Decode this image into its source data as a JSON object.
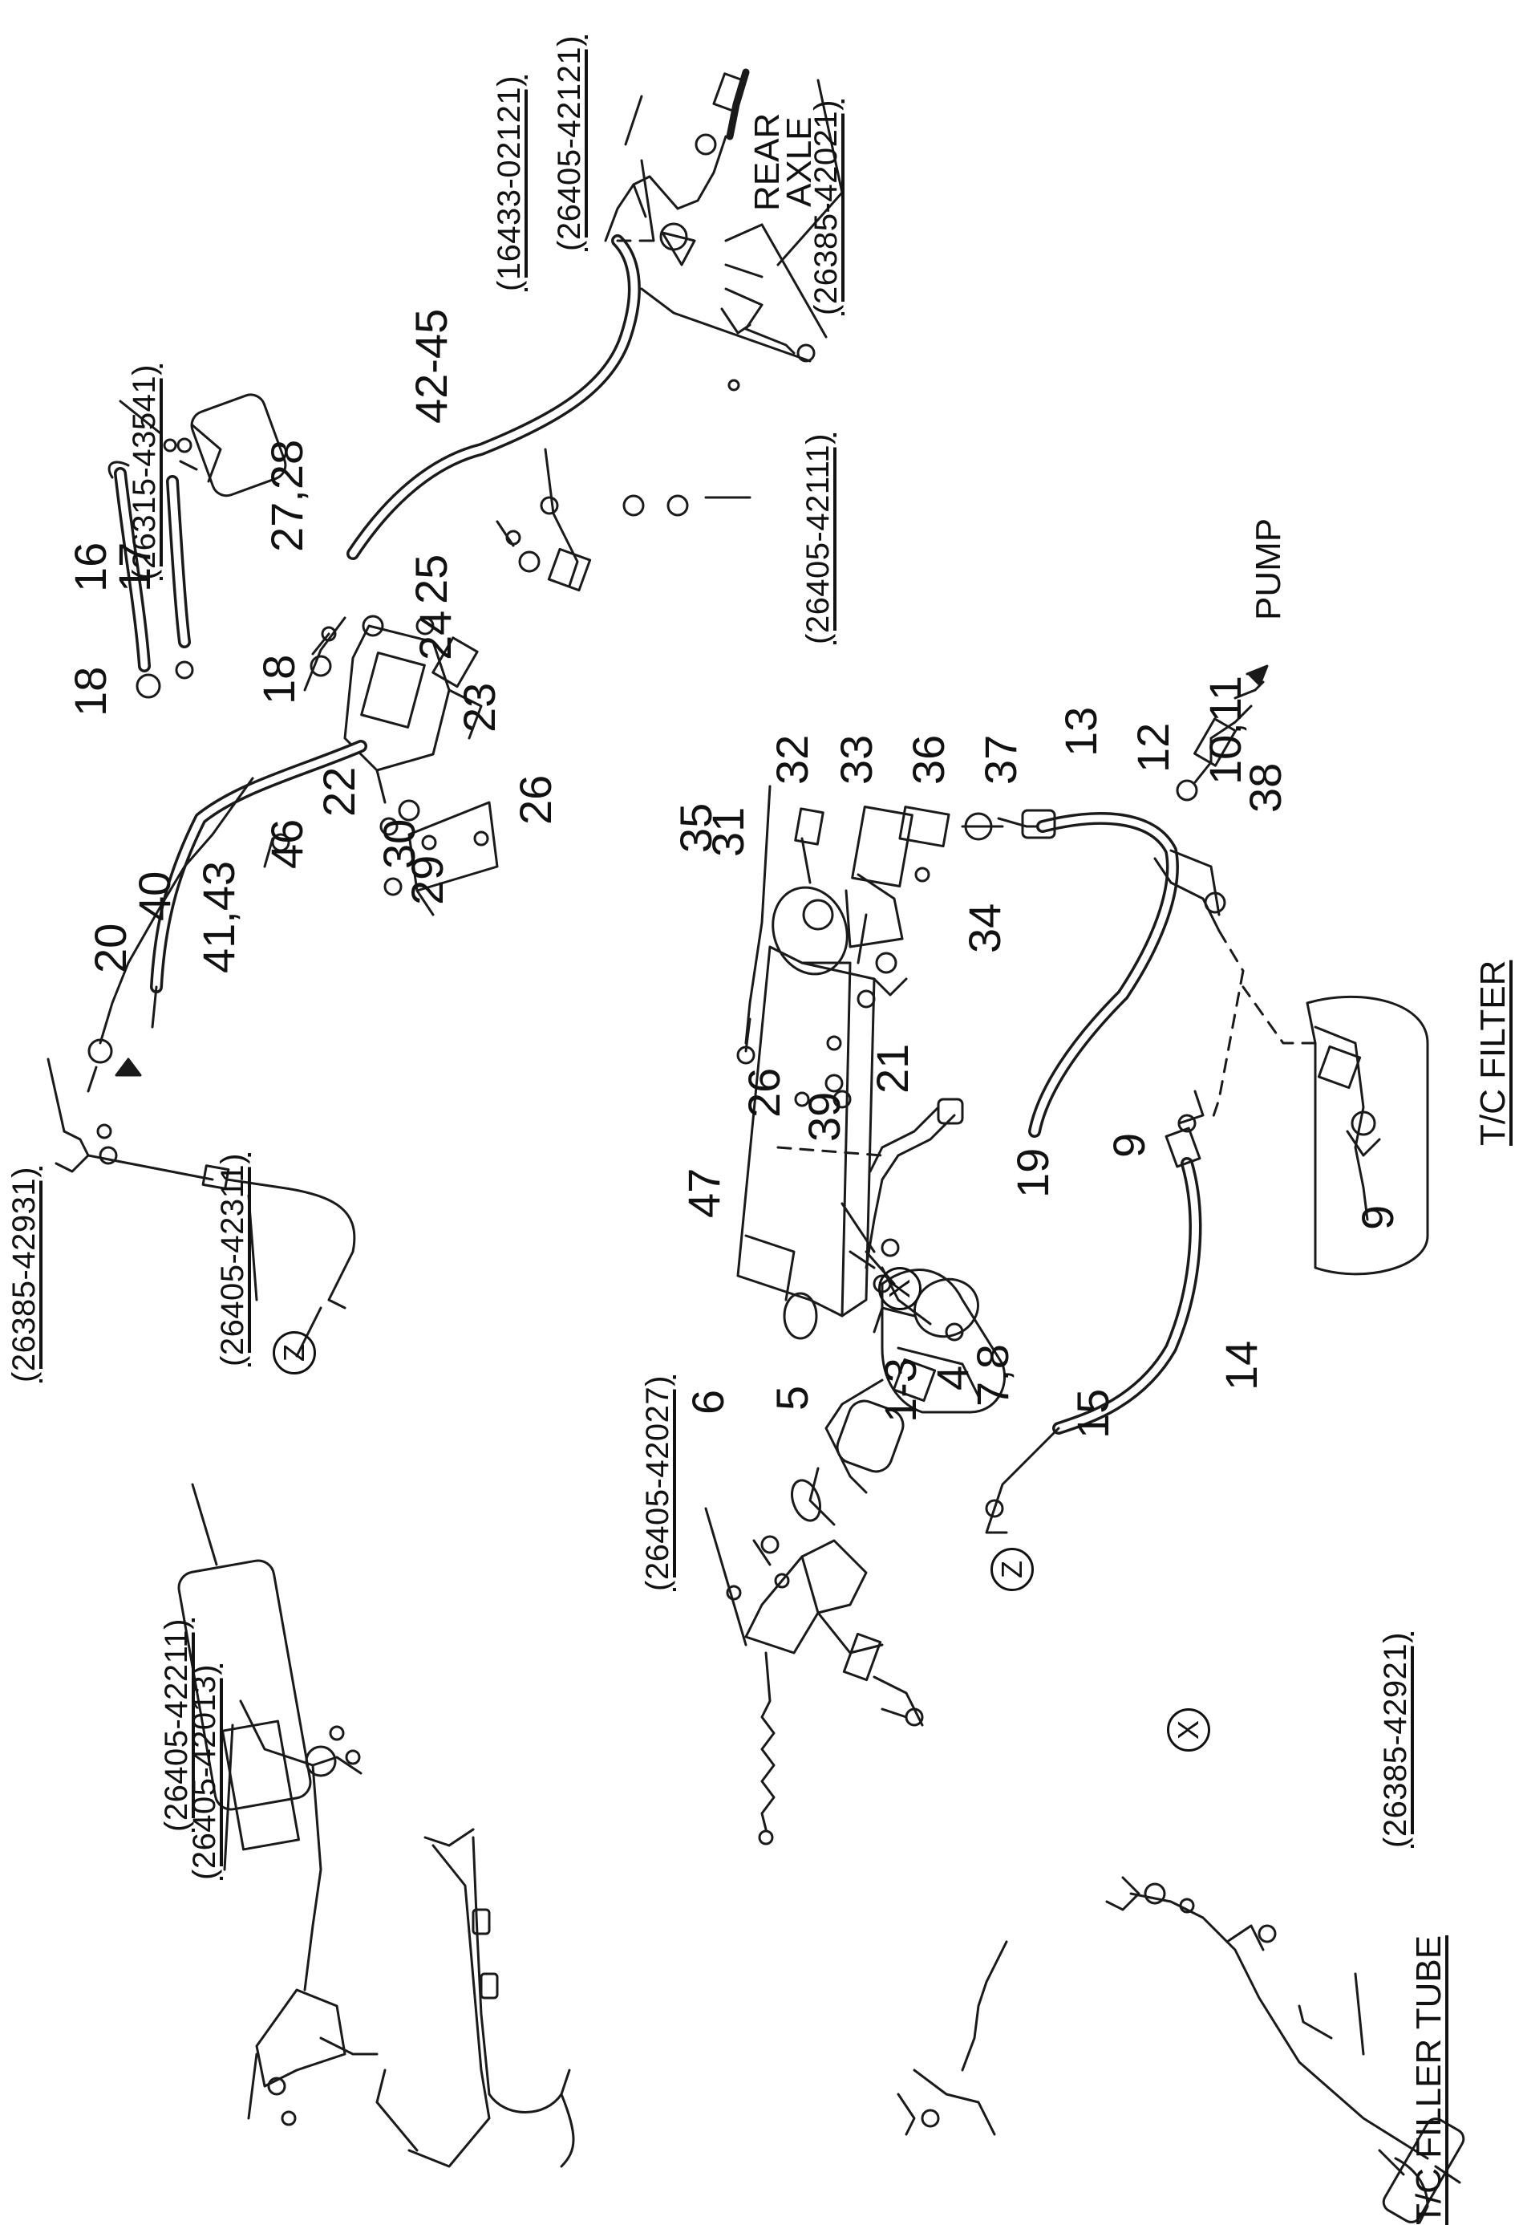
{
  "part_numbers": [
    {
      "key": "p_26315_43541",
      "text": "(26315-43541)"
    },
    {
      "key": "p_16433_02121",
      "text": "(16433-02121)"
    },
    {
      "key": "p_26405_42121",
      "text": "(26405-42121)"
    },
    {
      "key": "p_26385_42021",
      "text": "(26385-42021)"
    },
    {
      "key": "p_26405_42111",
      "text": "(26405-42111)"
    },
    {
      "key": "p_26385_42931",
      "text": "(26385-42931)"
    },
    {
      "key": "p_26405_42311",
      "text": "(26405-42311)"
    },
    {
      "key": "p_26405_42211",
      "text": "(26405-42211)"
    },
    {
      "key": "p_26405_42013",
      "text": "(26405-42013)"
    },
    {
      "key": "p_26405_42027",
      "text": "(26405-42027)"
    },
    {
      "key": "p_26385_42921",
      "text": "(26385-42921)"
    }
  ],
  "callouts": [
    "42-45",
    "27,28",
    "25",
    "24",
    "23",
    "26",
    "18",
    "16",
    "17",
    "18",
    "22",
    "30",
    "29",
    "46",
    "41,43",
    "40",
    "20",
    "31",
    "32",
    "33",
    "36",
    "37",
    "13",
    "12",
    "10,11",
    "38",
    "35",
    "34",
    "21",
    "39",
    "26",
    "47",
    "19",
    "9",
    "9",
    "14",
    "1-3",
    "5",
    "4",
    "7,8",
    "6",
    "15"
  ],
  "words": {
    "rear": "REAR",
    "axle": "AXLE",
    "pump": "PUMP",
    "tc_filter": "T/C FILTER",
    "tc_filler_tube": "T/C FILLER TUBE"
  },
  "markers": {
    "x": "X",
    "z": "Z"
  }
}
